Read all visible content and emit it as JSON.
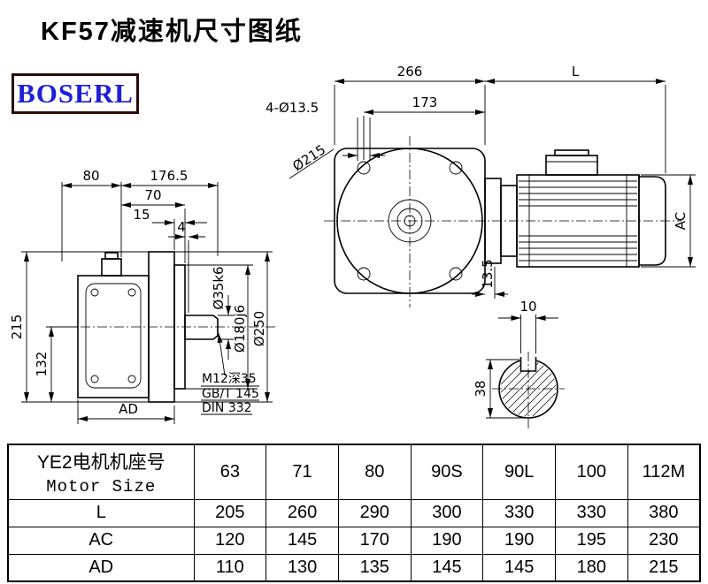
{
  "page": {
    "title": "KF57减速机尺寸图纸",
    "brand": "BOSERL",
    "brand_color": "#1f1fd6"
  },
  "drawing": {
    "side_view": {
      "dim_80": "80",
      "dim_176_5": "176.5",
      "dim_70": "70",
      "dim_15": "15",
      "dim_4": "4",
      "dim_215": "215",
      "dim_132": "132",
      "dim_AD": "AD",
      "dia_shaft": "Ø35k6",
      "dia_spigot": "Ø180j6",
      "dia_flange": "Ø250",
      "note_tap": "M12深35",
      "note_gb": "GB/T 145",
      "note_din": "DIN 332"
    },
    "front_view": {
      "dim_266": "266",
      "dim_L": "L",
      "dim_173": "173",
      "label_holes": "4-Ø13.5",
      "dia_flange": "Ø215",
      "dim_AC": "AC",
      "dim_13_5": "13.5"
    },
    "shaft_view": {
      "dim_key_width": "10",
      "dim_diameter": "38"
    }
  },
  "table": {
    "header_zh": "YE2电机机座号",
    "header_en": "Motor Size",
    "sizes": [
      "63",
      "71",
      "80",
      "90S",
      "90L",
      "100",
      "112M"
    ],
    "rows": [
      {
        "label": "L",
        "values": [
          "205",
          "260",
          "290",
          "300",
          "330",
          "330",
          "380"
        ]
      },
      {
        "label": "AC",
        "values": [
          "120",
          "145",
          "170",
          "190",
          "190",
          "195",
          "230"
        ]
      },
      {
        "label": "AD",
        "values": [
          "110",
          "130",
          "135",
          "145",
          "145",
          "180",
          "215"
        ]
      }
    ]
  }
}
